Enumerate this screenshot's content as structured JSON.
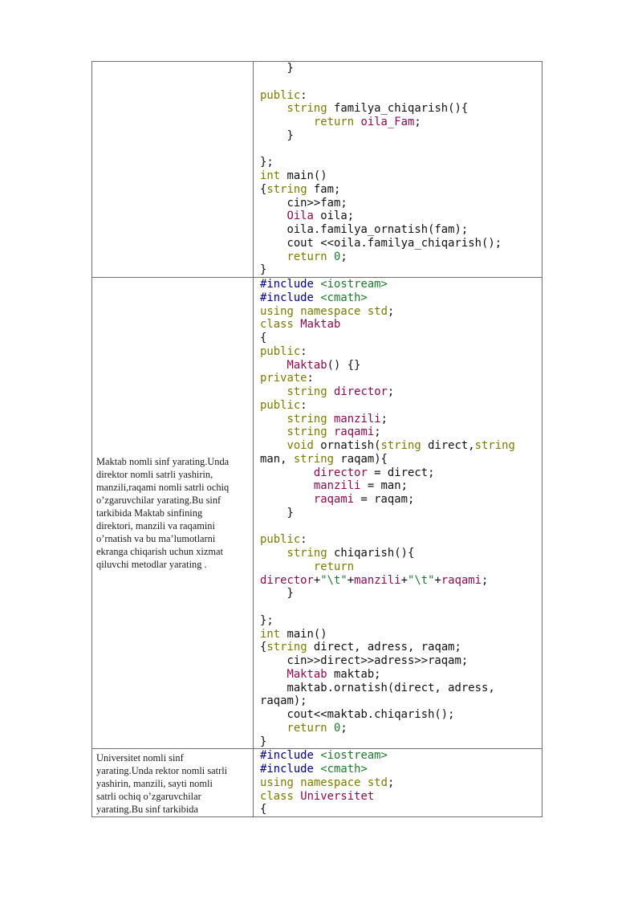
{
  "table": {
    "rows": [
      {
        "task": "",
        "code_lines": [
          [
            [
              "p",
              "    }"
            ]
          ],
          [
            [
              "p",
              ""
            ]
          ],
          [
            [
              "k",
              "public"
            ],
            [
              "p",
              ":"
            ]
          ],
          [
            [
              "p",
              "    "
            ],
            [
              "k",
              "string"
            ],
            [
              "p",
              " familya_chiqarish(){"
            ]
          ],
          [
            [
              "p",
              "        "
            ],
            [
              "k",
              "return"
            ],
            [
              "p",
              " "
            ],
            [
              "c",
              "oila_Fam"
            ],
            [
              "p",
              ";"
            ]
          ],
          [
            [
              "p",
              "    }"
            ]
          ],
          [
            [
              "p",
              ""
            ]
          ],
          [
            [
              "p",
              "};"
            ]
          ],
          [
            [
              "k",
              "int"
            ],
            [
              "p",
              " main()"
            ]
          ],
          [
            [
              "p",
              "{"
            ],
            [
              "k",
              "string"
            ],
            [
              "p",
              " fam;"
            ]
          ],
          [
            [
              "p",
              "    cin>>fam;"
            ]
          ],
          [
            [
              "p",
              "    "
            ],
            [
              "t",
              "Oila"
            ],
            [
              "p",
              " oila;"
            ]
          ],
          [
            [
              "p",
              "    oila.familya_ornatish(fam);"
            ]
          ],
          [
            [
              "p",
              "    cout <<oila.familya_chiqarish();"
            ]
          ],
          [
            [
              "p",
              "    "
            ],
            [
              "k",
              "return"
            ],
            [
              "p",
              " "
            ],
            [
              "s",
              "0"
            ],
            [
              "p",
              ";"
            ]
          ],
          [
            [
              "p",
              "}"
            ]
          ]
        ]
      },
      {
        "task": "Maktab nomli sinf yarating.Unda\ndirektor nomli satrli yashirin,\nmanzili,raqami nomli satrli ochiq\no’zgaruvchilar yarating.Bu sinf\ntarkibida Maktab sinfining\ndirektori, manzili va raqamini\no’rnatish va bu ma’lumotlarni\nekranga chiqarish uchun xizmat\nqiluvchi metodlar yarating .",
        "code_lines": [
          [
            [
              "d",
              "#include"
            ],
            [
              "p",
              " "
            ],
            [
              "s",
              "<iostream>"
            ]
          ],
          [
            [
              "d",
              "#include"
            ],
            [
              "p",
              " "
            ],
            [
              "s",
              "<cmath>"
            ]
          ],
          [
            [
              "k",
              "using"
            ],
            [
              "p",
              " "
            ],
            [
              "k",
              "namespace"
            ],
            [
              "p",
              " "
            ],
            [
              "k",
              "std"
            ],
            [
              "p",
              ";"
            ]
          ],
          [
            [
              "k",
              "class"
            ],
            [
              "p",
              " "
            ],
            [
              "t",
              "Maktab"
            ]
          ],
          [
            [
              "p",
              "{"
            ]
          ],
          [
            [
              "k",
              "public"
            ],
            [
              "p",
              ":"
            ]
          ],
          [
            [
              "p",
              "    "
            ],
            [
              "t",
              "Maktab"
            ],
            [
              "p",
              "() {}"
            ]
          ],
          [
            [
              "k",
              "private"
            ],
            [
              "p",
              ":"
            ]
          ],
          [
            [
              "p",
              "    "
            ],
            [
              "k",
              "string"
            ],
            [
              "p",
              " "
            ],
            [
              "c",
              "director"
            ],
            [
              "p",
              ";"
            ]
          ],
          [
            [
              "k",
              "public"
            ],
            [
              "p",
              ":"
            ]
          ],
          [
            [
              "p",
              "    "
            ],
            [
              "k",
              "string"
            ],
            [
              "p",
              " "
            ],
            [
              "c",
              "manzili"
            ],
            [
              "p",
              ";"
            ]
          ],
          [
            [
              "p",
              "    "
            ],
            [
              "k",
              "string"
            ],
            [
              "p",
              " "
            ],
            [
              "c",
              "raqami"
            ],
            [
              "p",
              ";"
            ]
          ],
          [
            [
              "p",
              "    "
            ],
            [
              "k",
              "void"
            ],
            [
              "p",
              " ornatish("
            ],
            [
              "k",
              "string"
            ],
            [
              "p",
              " direct,"
            ],
            [
              "k",
              "string"
            ]
          ],
          [
            [
              "p",
              "man, "
            ],
            [
              "k",
              "string"
            ],
            [
              "p",
              " raqam){"
            ]
          ],
          [
            [
              "p",
              "        "
            ],
            [
              "c",
              "director"
            ],
            [
              "p",
              " = direct;"
            ]
          ],
          [
            [
              "p",
              "        "
            ],
            [
              "c",
              "manzili"
            ],
            [
              "p",
              " = man;"
            ]
          ],
          [
            [
              "p",
              "        "
            ],
            [
              "c",
              "raqami"
            ],
            [
              "p",
              " = raqam;"
            ]
          ],
          [
            [
              "p",
              "    }"
            ]
          ],
          [
            [
              "p",
              ""
            ]
          ],
          [
            [
              "k",
              "public"
            ],
            [
              "p",
              ":"
            ]
          ],
          [
            [
              "p",
              "    "
            ],
            [
              "k",
              "string"
            ],
            [
              "p",
              " chiqarish(){"
            ]
          ],
          [
            [
              "p",
              "        "
            ],
            [
              "k",
              "return"
            ]
          ],
          [
            [
              "c",
              "director"
            ],
            [
              "p",
              "+"
            ],
            [
              "s",
              "\"\\t\""
            ],
            [
              "p",
              "+"
            ],
            [
              "c",
              "manzili"
            ],
            [
              "p",
              "+"
            ],
            [
              "s",
              "\"\\t\""
            ],
            [
              "p",
              "+"
            ],
            [
              "c",
              "raqami"
            ],
            [
              "p",
              ";"
            ]
          ],
          [
            [
              "p",
              "    }"
            ]
          ],
          [
            [
              "p",
              ""
            ]
          ],
          [
            [
              "p",
              "};"
            ]
          ],
          [
            [
              "k",
              "int"
            ],
            [
              "p",
              " main()"
            ]
          ],
          [
            [
              "p",
              "{"
            ],
            [
              "k",
              "string"
            ],
            [
              "p",
              " direct, adress, raqam;"
            ]
          ],
          [
            [
              "p",
              "    cin>>direct>>adress>>raqam;"
            ]
          ],
          [
            [
              "p",
              "    "
            ],
            [
              "t",
              "Maktab"
            ],
            [
              "p",
              " maktab;"
            ]
          ],
          [
            [
              "p",
              "    maktab.ornatish(direct, adress,"
            ]
          ],
          [
            [
              "p",
              "raqam);"
            ]
          ],
          [
            [
              "p",
              "    cout<<maktab.chiqarish();"
            ]
          ],
          [
            [
              "p",
              "    "
            ],
            [
              "k",
              "return"
            ],
            [
              "p",
              " "
            ],
            [
              "s",
              "0"
            ],
            [
              "p",
              ";"
            ]
          ],
          [
            [
              "p",
              "}"
            ]
          ],
          [
            [
              "p",
              ""
            ]
          ]
        ]
      },
      {
        "task": "Universitet nomli sinf\nyarating.Unda rektor nomli satrli\nyashirin, manzili, sayti  nomli\nsatrli ochiq o’zgaruvchilar\nyarating.Bu sinf tarkibida",
        "code_lines": [
          [
            [
              "d",
              "#include"
            ],
            [
              "p",
              " "
            ],
            [
              "s",
              "<iostream>"
            ]
          ],
          [
            [
              "d",
              "#include"
            ],
            [
              "p",
              " "
            ],
            [
              "s",
              "<cmath>"
            ]
          ],
          [
            [
              "k",
              "using"
            ],
            [
              "p",
              " "
            ],
            [
              "k",
              "namespace"
            ],
            [
              "p",
              " "
            ],
            [
              "k",
              "std"
            ],
            [
              "p",
              ";"
            ]
          ],
          [
            [
              "k",
              "class"
            ],
            [
              "p",
              " "
            ],
            [
              "t",
              "Universitet"
            ]
          ],
          [
            [
              "p",
              "{"
            ]
          ]
        ]
      }
    ]
  },
  "colors": {
    "keyword": "#7a7a00",
    "type": "#8b0a50",
    "directive": "#000080",
    "string_literal": "#1e7b2e",
    "border": "#6e6e6e"
  }
}
